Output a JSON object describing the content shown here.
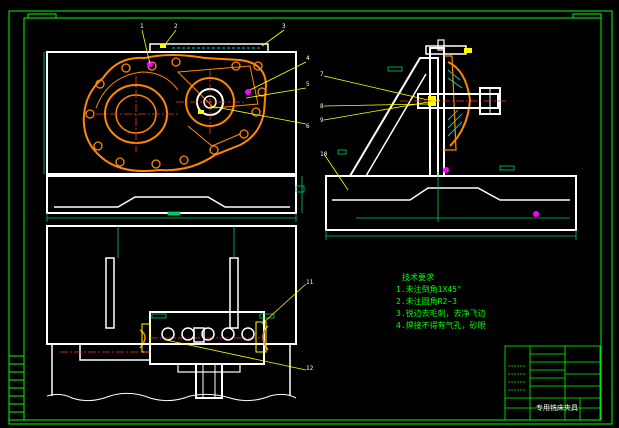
{
  "balloons": [
    "1",
    "2",
    "3",
    "4",
    "5",
    "6",
    "7",
    "8",
    "9",
    "10",
    "11",
    "12"
  ],
  "notes": {
    "title": "技术要求",
    "lines": [
      "1.未注倒角1X45°",
      "2.未注圆角R2~3",
      "3.锐边去毛刺，去净飞边",
      "4.焊接不得有气孔，砂眼"
    ]
  },
  "title_block": {
    "drawing_name": "专用铣床夹具"
  },
  "colors": {
    "background": "#000000",
    "frame": "#00ff00",
    "outline": "#ffffff",
    "part": "#ff8800",
    "center_line": "#ff3030",
    "dimension": "#00cc66",
    "leader": "#ffff00",
    "notes_text": "#00ff00",
    "marker": "#ff00ff",
    "hatch": "#00cccc"
  }
}
